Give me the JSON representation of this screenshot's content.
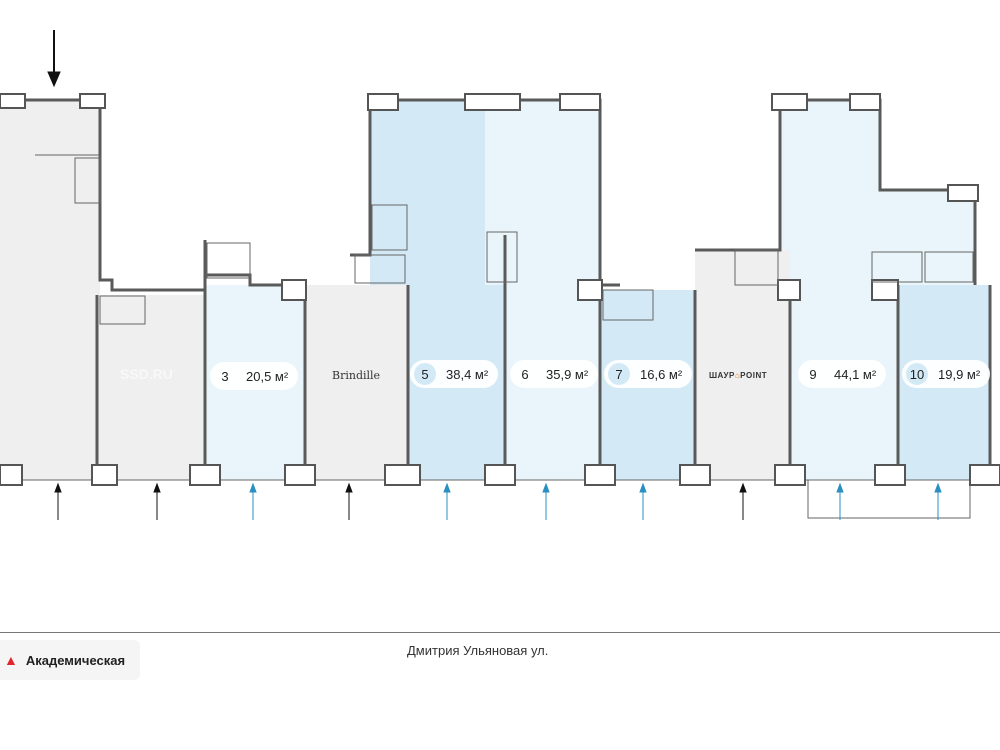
{
  "plan": {
    "watermark": "SSD.RU",
    "units": [
      {
        "number": "3",
        "area": "20,5 м²",
        "status": "available"
      },
      {
        "number": "5",
        "area": "38,4 м²",
        "status": "highlighted"
      },
      {
        "number": "6",
        "area": "35,9 м²",
        "status": "available"
      },
      {
        "number": "7",
        "area": "16,6 м²",
        "status": "highlighted"
      },
      {
        "number": "9",
        "area": "44,1 м²",
        "status": "available"
      },
      {
        "number": "10",
        "area": "19,9 м²",
        "status": "highlighted"
      }
    ],
    "tenants": [
      {
        "name": "Brindille"
      },
      {
        "name_left": "ШАУР",
        "name_right": "POINT"
      }
    ]
  },
  "street": {
    "name": "Дмитрия Ульяновая ул."
  },
  "metro": {
    "icon": "metro-icon",
    "name": "Академическая",
    "color": "#e0262b"
  },
  "colors": {
    "occupied": "#efefef",
    "available": "#e9f4fb",
    "highlighted": "#d3eaf6",
    "entrance_available": "#2a8fc0",
    "entrance_occupied": "#111111"
  }
}
